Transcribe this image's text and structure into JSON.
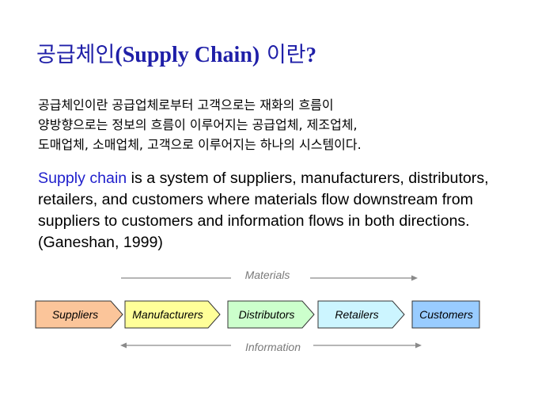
{
  "slide": {
    "title_ko": "공급체인",
    "title_en": "(Supply Chain)",
    "title_ko_suffix": " 이란",
    "title_qm": "?",
    "korean_lines": [
      "공급체인이란 공급업체로부터 고객으로는 재화의 흐름이",
      "양방향으로는 정보의 흐름이 이루어지는 공급업체, 제조업체,",
      "도매업체, 소매업체, 고객으로 이루어지는 하나의 시스템이다."
    ],
    "english_highlight": "Supply chain",
    "english_line1_rest": " is a system of suppliers, manufacturers, distributors,",
    "english_lines": [
      "retailers, and customers where materials flow downstream from",
      "suppliers to customers and information flows in both directions.",
      "(Ganeshan, 1999)"
    ]
  },
  "flow": {
    "top_label": "Materials",
    "bottom_label": "Information",
    "steps": [
      {
        "label": "Suppliers",
        "color": "#fbc59a"
      },
      {
        "label": "Manufacturers",
        "color": "#ffff99"
      },
      {
        "label": "Distributors",
        "color": "#ccffcc"
      },
      {
        "label": "Retailers",
        "color": "#ccf5ff"
      },
      {
        "label": "Customers",
        "color": "#99ccff"
      }
    ]
  }
}
